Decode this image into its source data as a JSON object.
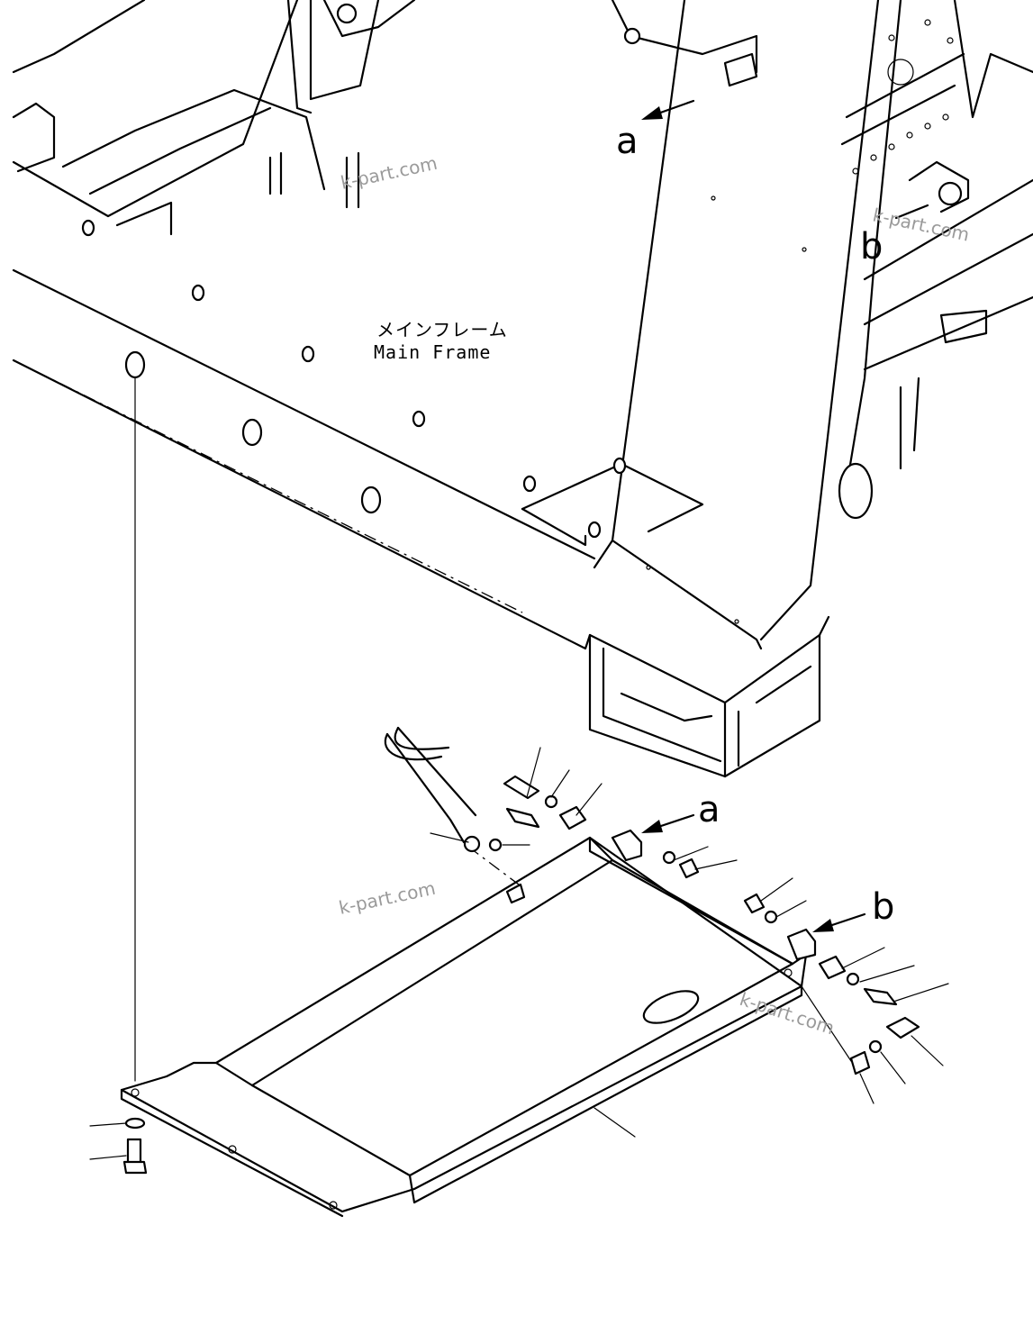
{
  "labels": {
    "frame_jp": "メインフレーム",
    "frame_en": "Main Frame",
    "callout_a_top": "a",
    "callout_b_top": "b",
    "callout_a_bottom": "a",
    "callout_b_bottom": "b"
  },
  "watermarks": [
    "k-part.com",
    "k-part.com",
    "k-part.com",
    "k-part.com"
  ]
}
